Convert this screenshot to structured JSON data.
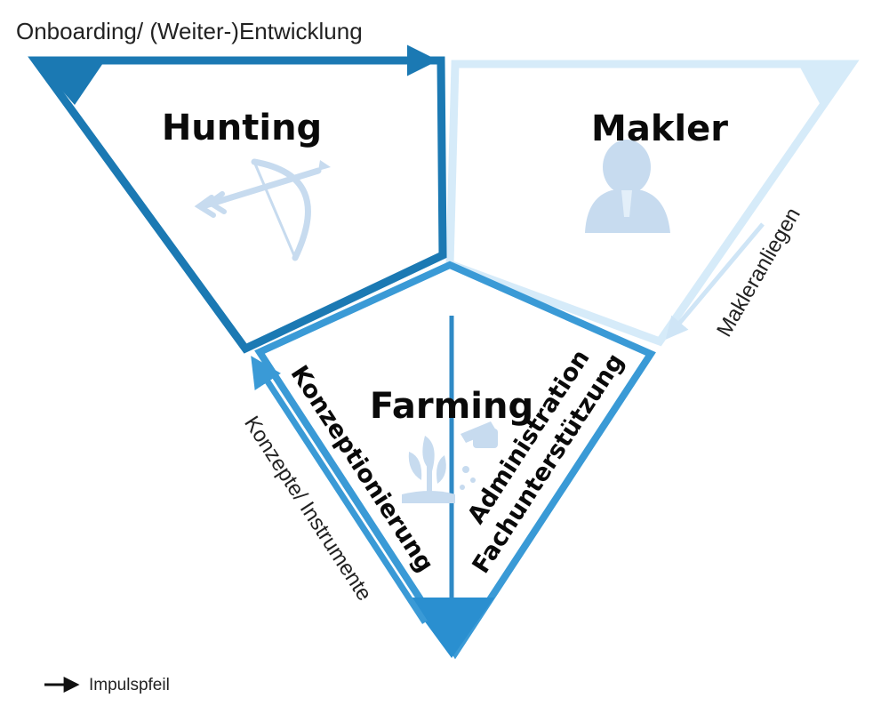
{
  "labels": {
    "top_arrow": "Onboarding/ (Weiter-)Entwicklung",
    "right_arrow": "Makleranliegen",
    "left_arrow": "Konzepte/ Instrumente",
    "legend": "Impulspfeil"
  },
  "sections": {
    "hunting": {
      "title": "Hunting",
      "icon": "bow-and-arrow-icon"
    },
    "makler": {
      "title": "Makler",
      "icon": "person-icon"
    },
    "farming": {
      "title": "Farming",
      "icon": "plant-watering-icon"
    }
  },
  "inner_labels": {
    "left": "Konzeptionierung",
    "right_line1": "Administration",
    "right_line2": "Fachunterstützung"
  },
  "colors": {
    "dark_blue": "#1b79b3",
    "mid_blue": "#3a9ad6",
    "light_blue": "#d6ebf9",
    "icon_blue": "#c7dbef",
    "fill_blue": "#2a8fd0"
  }
}
